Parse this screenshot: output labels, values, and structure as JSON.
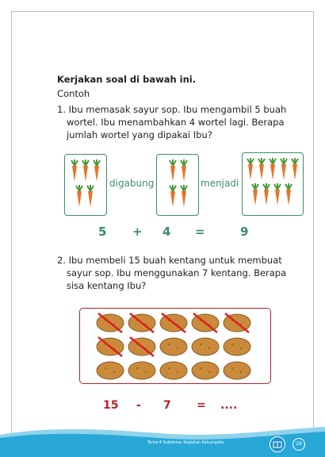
{
  "heading": "Kerjakan soal di bawah ini.",
  "contoh": "Contoh",
  "q1": {
    "text": "1. Ibu memasak sayur sop. Ibu mengambil 5 buah wortel. Ibu menambahkan 4 wortel lagi.  Berapa jumlah wortel yang dipakai Ibu?",
    "word_join": "digabung",
    "word_result": "menjadi",
    "eq": [
      "5",
      "+",
      "4",
      "=",
      "9"
    ],
    "carrot_groups": [
      5,
      4,
      9
    ]
  },
  "q2": {
    "text": "2. Ibu membeli 15 buah kentang untuk membuat sayur sop. Ibu menggunakan 7 kentang. Berapa sisa kentang Ibu?",
    "eq": [
      "15",
      "-",
      "7",
      "=",
      "...."
    ],
    "potatoes_total": 15,
    "potatoes_crossed": 7
  },
  "footer": {
    "text": "Tema 4 Subtema: Kegiatan Keluargaku",
    "page_number": "29"
  },
  "colors": {
    "green": "#3b8d6b",
    "red": "#b2232a",
    "carrot": "#e8732a",
    "leaf": "#4a9a3a",
    "potato": "#c98b3b",
    "footer_blue": "#29a8d8"
  }
}
